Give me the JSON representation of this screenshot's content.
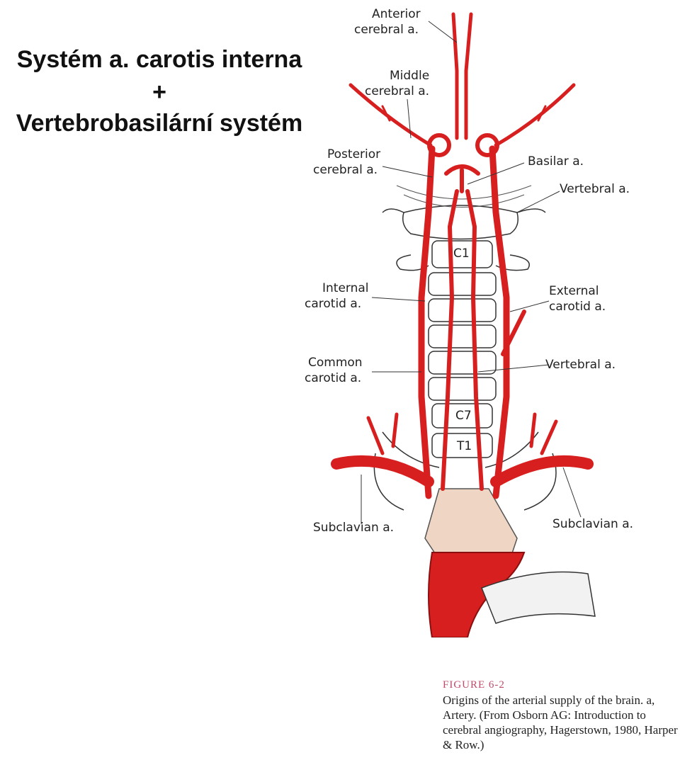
{
  "slide": {
    "title_line1": "Systém a. carotis interna",
    "title_plus": "+",
    "title_line2": "Vertebrobasilární systém"
  },
  "figure": {
    "labels": {
      "anterior_cerebral_1": "Anterior",
      "anterior_cerebral_2": "cerebral a.",
      "middle_cerebral_1": "Middle",
      "middle_cerebral_2": "cerebral a.",
      "posterior_cerebral_1": "Posterior",
      "posterior_cerebral_2": "cerebral a.",
      "basilar": "Basilar a.",
      "vertebral_upper": "Vertebral a.",
      "c1": "C1",
      "internal_carotid_1": "Internal",
      "internal_carotid_2": "carotid a.",
      "external_carotid_1": "External",
      "external_carotid_2": "carotid a.",
      "common_carotid_1": "Common",
      "common_carotid_2": "carotid a.",
      "vertebral_lower": "Vertebral a.",
      "c7": "C7",
      "t1": "T1",
      "subclavian_left": "Subclavian a.",
      "subclavian_right": "Subclavian a."
    },
    "caption_label": "FIGURE 6-2",
    "caption_text": "Origins of the arterial supply of the brain. a, Artery. (From Osborn AG: Introduction to cerebral angiography, Hagerstown, 1980, Harper & Row.)"
  },
  "colors": {
    "artery": "#d81f1f",
    "artery_dark": "#8c0f0f",
    "bone": "#ffffff",
    "aorta_root": "#efd6c4"
  }
}
